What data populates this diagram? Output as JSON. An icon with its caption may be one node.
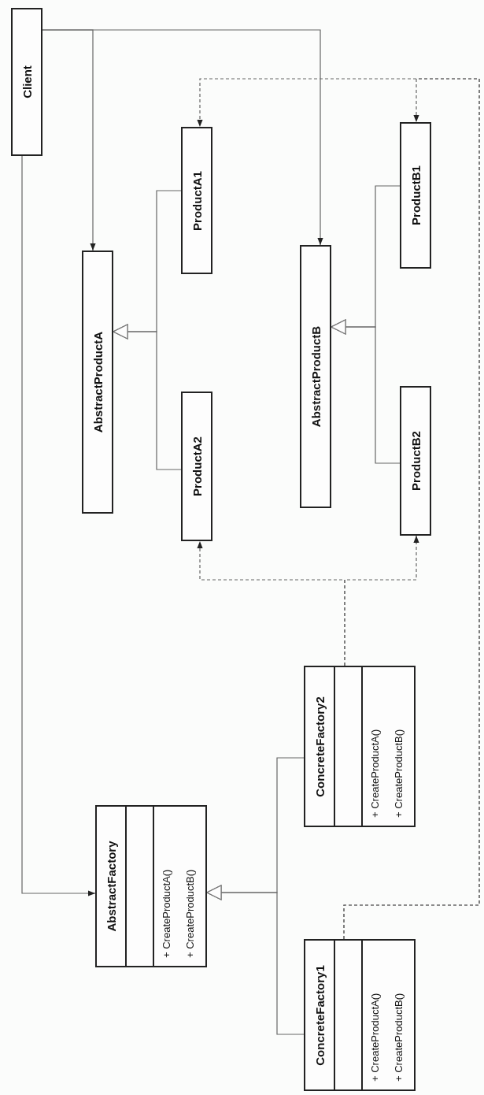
{
  "diagram": {
    "nodes": [
      {
        "text": [
          "Client"
        ]
      },
      {
        "text": [
          "AbstractProductA"
        ]
      },
      {
        "text": [
          "ProductA1"
        ]
      },
      {
        "text": [
          "ProductA2"
        ]
      },
      {
        "text": [
          "AbstractProductB"
        ]
      },
      {
        "text": [
          "ProductB1"
        ]
      },
      {
        "text": [
          "ProductB2"
        ]
      },
      {
        "text": [
          "AbstractFactory",
          "+ CreateProductA()",
          "+ CreateProductB()"
        ]
      },
      {
        "text": [
          "ConcreteFactory2",
          "+ CreateProductA()",
          "+ CreateProductB()"
        ]
      },
      {
        "text": [
          "ConcreteFactory1",
          "+ CreateProductA()",
          "+ CreateProductB()"
        ]
      }
    ],
    "edges": [
      {
        "from": 0,
        "to": 1,
        "arrow": "to"
      },
      {
        "from": 0,
        "to": 4,
        "arrow": "to"
      },
      {
        "from": 0,
        "to": 7,
        "arrow": "to"
      },
      {
        "from": 2,
        "to": 1,
        "arrow": "to"
      },
      {
        "from": 3,
        "to": 1,
        "arrow": "to"
      },
      {
        "from": 5,
        "to": 4,
        "arrow": "to"
      },
      {
        "from": 6,
        "to": 4,
        "arrow": "to"
      },
      {
        "from": 8,
        "to": 7,
        "arrow": "to"
      },
      {
        "from": 9,
        "to": 7,
        "arrow": "to"
      },
      {
        "from": 8,
        "to": 3,
        "arrow": "to",
        "style": "dashed"
      },
      {
        "from": 8,
        "to": 6,
        "arrow": "to",
        "style": "dashed"
      },
      {
        "from": 9,
        "to": 2,
        "arrow": "to",
        "style": "dashed"
      },
      {
        "from": 9,
        "to": 5,
        "arrow": "to",
        "style": "dashed"
      }
    ]
  }
}
